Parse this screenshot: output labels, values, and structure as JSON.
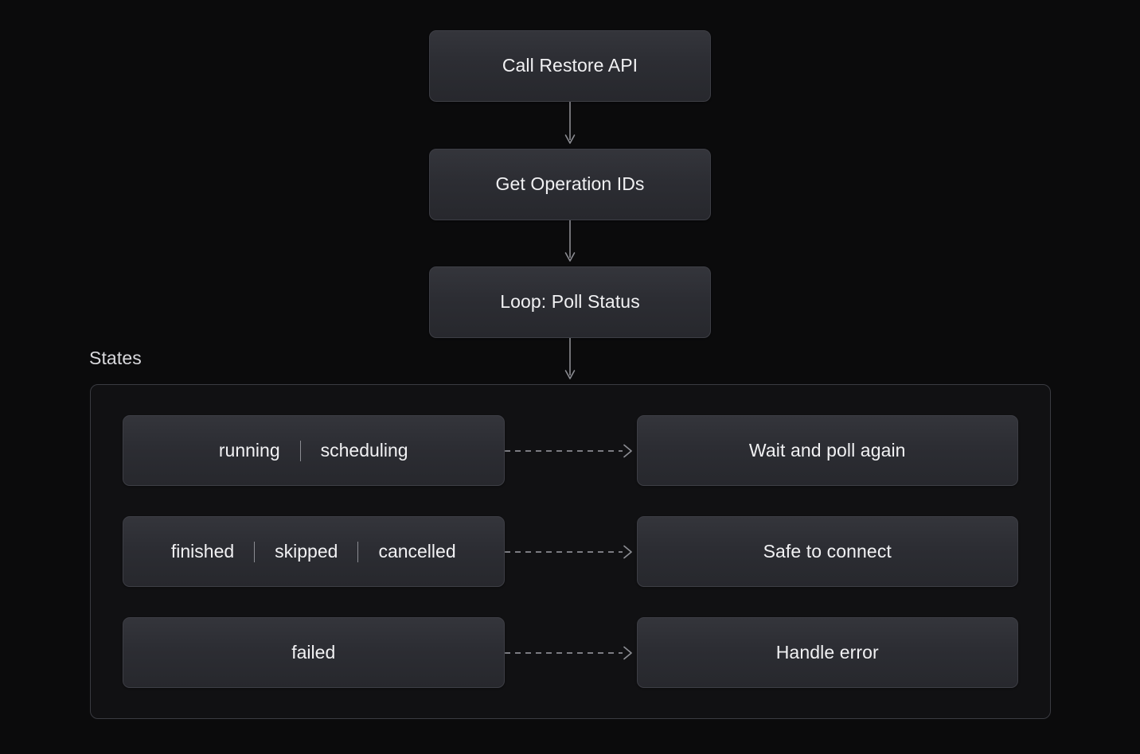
{
  "diagram": {
    "flow_nodes": [
      {
        "id": "call-restore-api",
        "label": "Call Restore API"
      },
      {
        "id": "get-operation-ids",
        "label": "Get Operation IDs"
      },
      {
        "id": "loop-poll-status",
        "label": "Loop: Poll Status"
      }
    ],
    "states_group": {
      "title": "States",
      "rows": [
        {
          "states": [
            "running",
            "scheduling"
          ],
          "action": "Wait and poll again",
          "connector": "dashed-arrow"
        },
        {
          "states": [
            "finished",
            "skipped",
            "cancelled"
          ],
          "action": "Safe to connect",
          "connector": "dashed-arrow"
        },
        {
          "states": [
            "failed"
          ],
          "action": "Handle error",
          "connector": "dashed-arrow"
        }
      ]
    },
    "colors": {
      "page_background": "#0b0b0c",
      "group_background": "#111113",
      "node_fill_top": "#34353b",
      "node_fill_bottom": "#27282d",
      "node_border": "#3d3e45",
      "group_border": "#3a3b41",
      "text": "#f1f1f3",
      "muted_text": "#d8d8dc",
      "connector": "#8b8c92",
      "separator": "#8b8c92"
    }
  }
}
